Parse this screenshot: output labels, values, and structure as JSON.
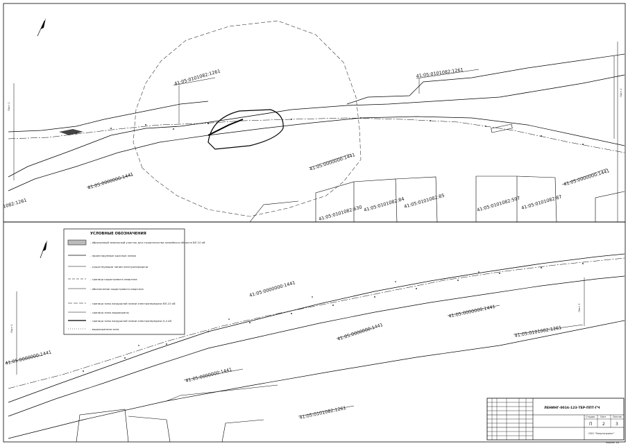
{
  "labels_top": {
    "parcel_1261_a": "41:05:0101082:1261",
    "parcel_1261_b": "41:05:0101082:1261",
    "parcel_1441_a": "41:05:0000000:1441",
    "parcel_1441_b": "41:05:0000000:1441",
    "parcel_1441_c": "41:05:0000000:1441",
    "parcel_1261_left": "1082:1261",
    "parcel_630": "41:05:0101082:630",
    "parcel_84": "41:05:0101082:84",
    "parcel_85": "41:05:0101082:85",
    "parcel_597": "41:05:0101082:597",
    "parcel_87": "41:05:0101082:87",
    "side_left": "Лист 1",
    "side_right": "Лист 2"
  },
  "labels_bottom": {
    "parcel_1441_a": "41:05:0000000:1441",
    "parcel_1441_b": "41:05:0000000:1441",
    "parcel_1441_c": "41:05:0000000:1441",
    "parcel_1441_d": "41:05:0000000:1441",
    "parcel_1441_e": "41:05:0000000:1441",
    "parcel_1261_a": "41:05:0101082:1261",
    "parcel_1261_b": "41:05:0101082:1261",
    "side_left": "Лист 2",
    "side_right": "Лист 3"
  },
  "legend": {
    "title": "УСЛОВНЫЕ ОБОЗНАЧЕНИЯ",
    "items": [
      {
        "text": "- образуемый земельный участок для строительства линейного объекта ВЛ 10 кВ"
      },
      {
        "text": "- проектируемые красные линии"
      },
      {
        "text": "- существующие линии электропередачи"
      },
      {
        "text": "- граница кадастрового квартала"
      },
      {
        "text": "- обозначение кадастрового квартала"
      },
      {
        "text": "- граница зоны воздушной линии электропередачи ВЛ-10 кВ"
      },
      {
        "text": "- граница зоны водоохраны"
      },
      {
        "text": "- граница зоны воздушной линии электропередачи 0,4 кВ"
      },
      {
        "text": "- водоохранная зона"
      }
    ]
  },
  "stamp": {
    "code": "ЛЕНИНГ-0016-123-ТЕР-ППТ-ГЧ",
    "stage_label": "Стадия",
    "sheet_label": "Лист",
    "sheets_label": "Листов",
    "stage": "П",
    "sheet": "2",
    "sheets": "3",
    "org": "ООО \"Энергопроект\"",
    "sheet_note": "Формат А3"
  }
}
